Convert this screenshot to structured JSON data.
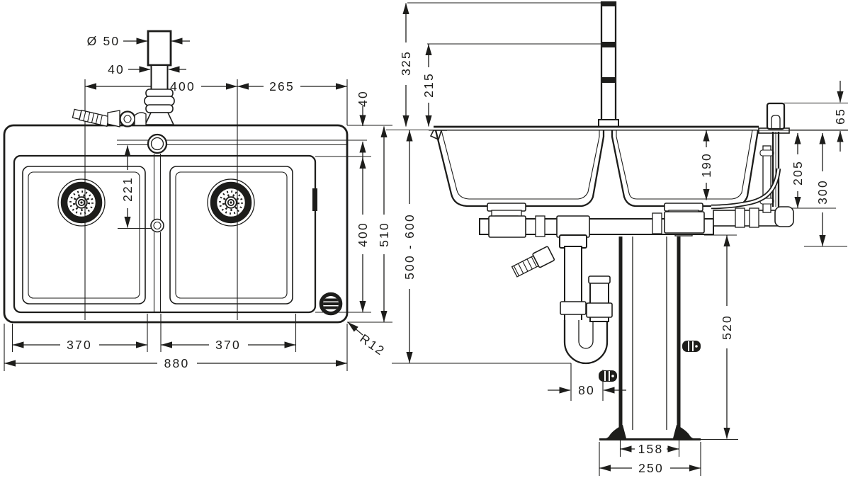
{
  "title": "Double bowl kitchen sink with tap - installation dimension drawing",
  "colors": {
    "background": "#ffffff",
    "line": "#1d1d1b"
  },
  "dims": {
    "top_view": {
      "spout_diameter": "Ø 50",
      "spout_base_width": "40",
      "tap_to_left_drain": "400",
      "tap_to_right_edge": "265",
      "rim_to_tapholes": "40",
      "tap_to_waste_control": "221",
      "basin_opening_depth": "400",
      "overall_depth": "510",
      "left_bowl_width": "370",
      "right_bowl_width": "370",
      "overall_width": "880",
      "corner_radius": "R12"
    },
    "section_view": {
      "spout_top_height": "325",
      "spout_outlet_height": "215",
      "bowl_depth": "190",
      "handle_height": "65",
      "waste_linkage_drop": "205",
      "drain_drop": "300",
      "worktop_height_range": "500 - 600",
      "column_height": "520",
      "trap_offset": "80",
      "foot_spacing": "158",
      "base_plate_width": "250"
    }
  }
}
